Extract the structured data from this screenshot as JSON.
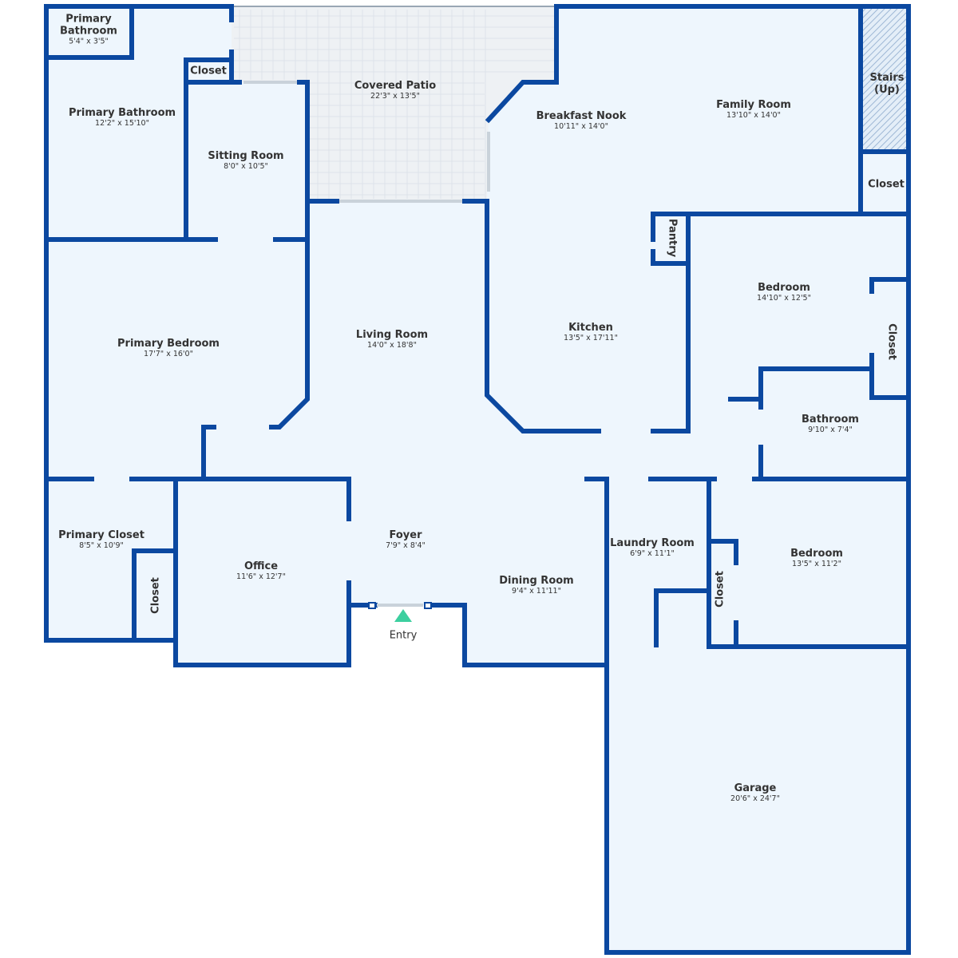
{
  "colors": {
    "wall": "#0b48a0",
    "floor": "#eef6fd",
    "patio": "#eef1f4",
    "entry_marker": "#3ccf9f"
  },
  "rooms": {
    "primary_bath_small": {
      "name": "Primary Bathroom",
      "dims": "5'4\" x 3'5\""
    },
    "primary_bath": {
      "name": "Primary Bathroom",
      "dims": "12'2\" x 15'10\""
    },
    "closet_top": {
      "name": "Closet"
    },
    "sitting": {
      "name": "Sitting Room",
      "dims": "8'0\" x 10'5\""
    },
    "patio": {
      "name": "Covered Patio",
      "dims": "22'3\" x 13'5\""
    },
    "nook": {
      "name": "Breakfast Nook",
      "dims": "10'11\" x 14'0\""
    },
    "family": {
      "name": "Family Room",
      "dims": "13'10\" x 14'0\""
    },
    "stairs": {
      "name": "Stairs (Up)"
    },
    "closet_stairs": {
      "name": "Closet"
    },
    "pantry": {
      "name": "Pantry"
    },
    "bedroom_ne": {
      "name": "Bedroom",
      "dims": "14'10\" x 12'5\""
    },
    "closet_bedroom_ne": {
      "name": "Closet"
    },
    "primary_bed": {
      "name": "Primary Bedroom",
      "dims": "17'7\" x 16'0\""
    },
    "living": {
      "name": "Living Room",
      "dims": "14'0\" x 18'8\""
    },
    "kitchen": {
      "name": "Kitchen",
      "dims": "13'5\" x 17'11\""
    },
    "bathroom": {
      "name": "Bathroom",
      "dims": "9'10\" x 7'4\""
    },
    "primary_closet": {
      "name": "Primary Closet",
      "dims": "8'5\" x 10'9\""
    },
    "closet_primary": {
      "name": "Closet"
    },
    "office": {
      "name": "Office",
      "dims": "11'6\" x 12'7\""
    },
    "foyer": {
      "name": "Foyer",
      "dims": "7'9\" x 8'4\""
    },
    "dining": {
      "name": "Dining Room",
      "dims": "9'4\" x 11'11\""
    },
    "laundry": {
      "name": "Laundry Room",
      "dims": "6'9\" x 11'1\""
    },
    "bedroom_se": {
      "name": "Bedroom",
      "dims": "13'5\" x 11'2\""
    },
    "closet_bedroom_se": {
      "name": "Closet"
    },
    "garage": {
      "name": "Garage",
      "dims": "20'6\" x 24'7\""
    }
  },
  "entry": {
    "label": "Entry"
  }
}
